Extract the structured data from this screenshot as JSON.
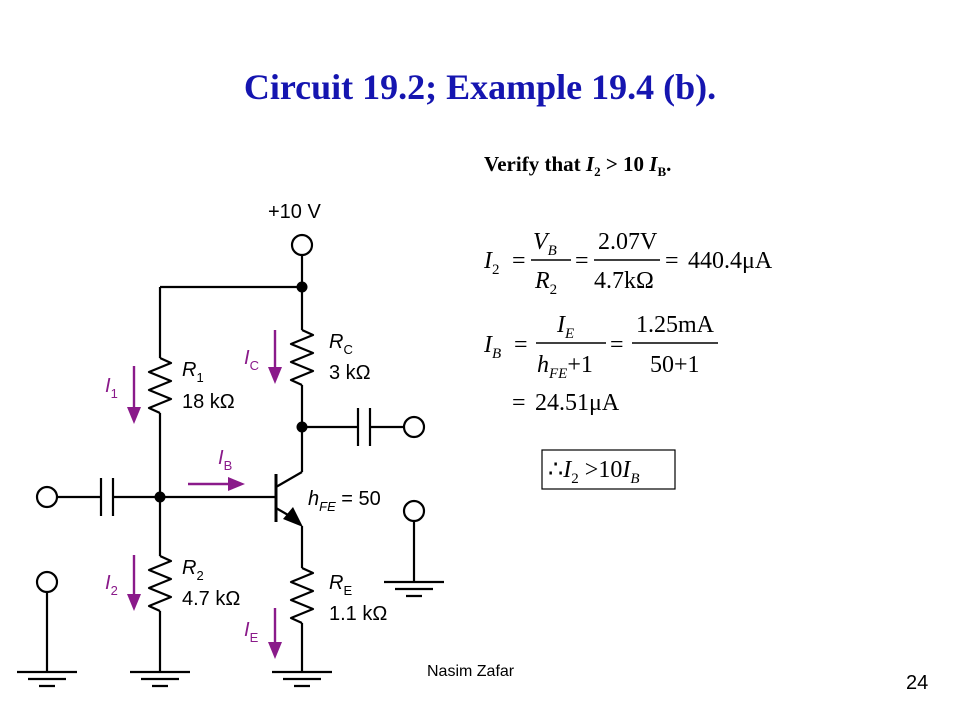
{
  "slide": {
    "title": "Circuit 19.2; Example 19.4 (b).",
    "verify": {
      "prefix": "Verify that ",
      "lhs": "I",
      "lhs_sub": "2",
      "middle": " > 10 ",
      "rhs": "I",
      "rhs_sub": "B",
      "suffix": "."
    },
    "footer": "Nasim Zafar",
    "page_number": "24"
  },
  "circuit": {
    "supply": "+10 V",
    "r1": {
      "name": "R",
      "sub": "1",
      "value": "18 kΩ"
    },
    "r2": {
      "name": "R",
      "sub": "2",
      "value": "4.7 kΩ"
    },
    "rc": {
      "name": "R",
      "sub": "C",
      "value": "3 kΩ"
    },
    "re": {
      "name": "R",
      "sub": "E",
      "value": "1.1 kΩ"
    },
    "hfe": {
      "name": "h",
      "sub": "FE",
      "value": " = 50"
    },
    "currents": {
      "i1": {
        "name": "I",
        "sub": "1"
      },
      "i2": {
        "name": "I",
        "sub": "2"
      },
      "ic": {
        "name": "I",
        "sub": "C"
      },
      "ib": {
        "name": "I",
        "sub": "B"
      },
      "ie": {
        "name": "I",
        "sub": "E"
      }
    },
    "colors": {
      "current": "#8a1a8a",
      "wire": "#000000"
    }
  },
  "equations": {
    "eq1": {
      "lhs": "I",
      "lhs_sub": "2",
      "num1": "V",
      "num1_sub": "B",
      "den1": "R",
      "den1_sub": "2",
      "num2": "2.07V",
      "den2": "4.7kΩ",
      "result": "440.4μA"
    },
    "eq2": {
      "lhs": "I",
      "lhs_sub": "B",
      "num1": "I",
      "num1_sub": "E",
      "den1": "h",
      "den1_sub": "FE",
      "den1_tail": "+1",
      "num2": "1.25mA",
      "den2": "50+1",
      "result": "24.51μA"
    },
    "conclusion": {
      "therefore": "∴",
      "lhs": "I",
      "lhs_sub": "2",
      "middle": " >10",
      "rhs": "I",
      "rhs_sub": "B"
    }
  }
}
